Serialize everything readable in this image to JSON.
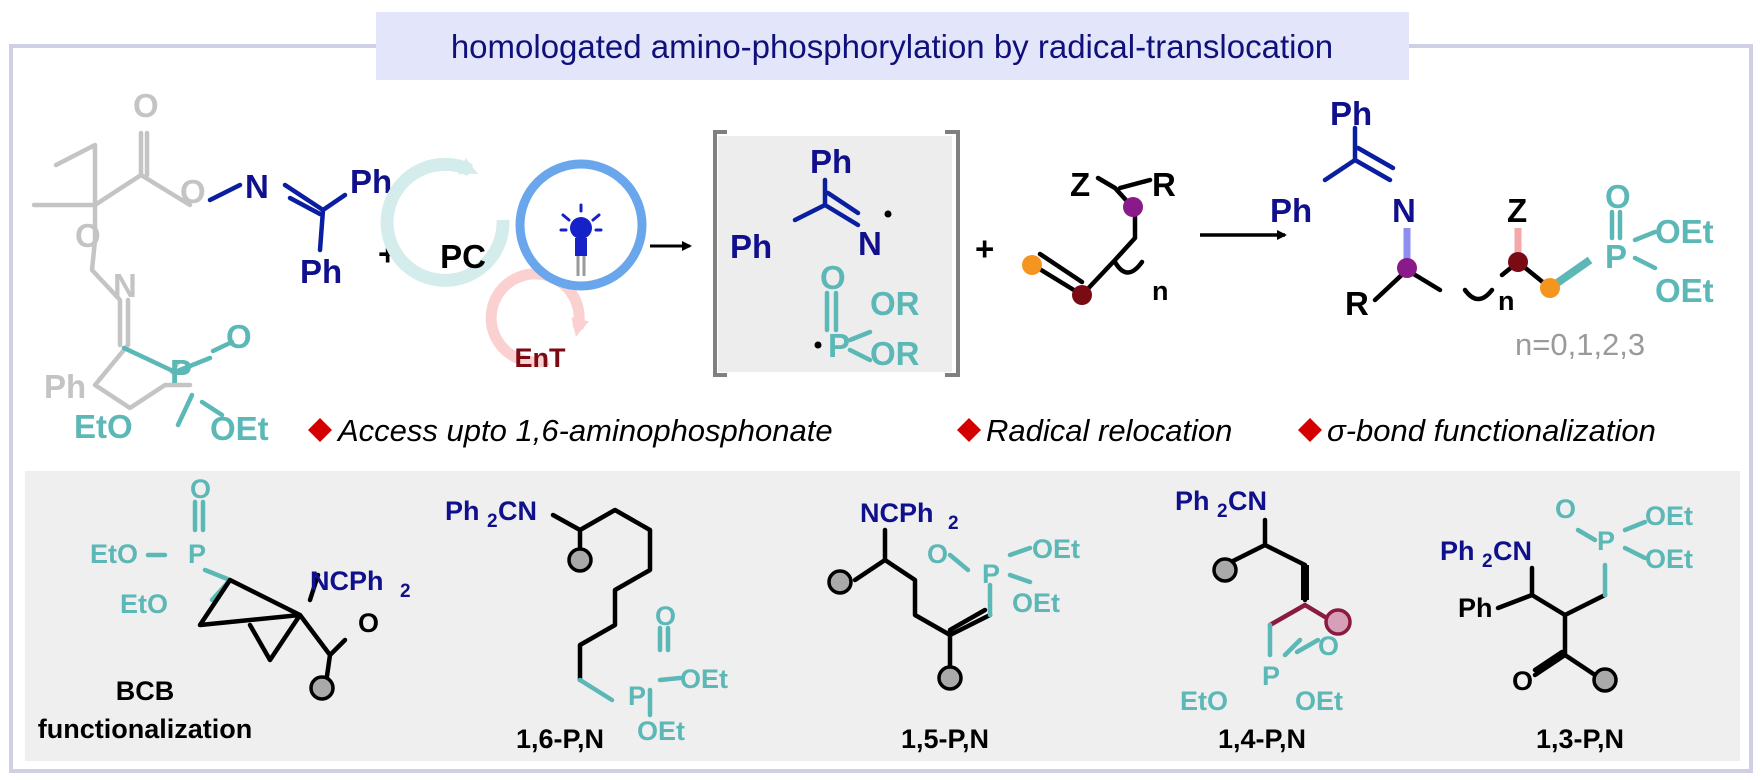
{
  "title": "homologated amino-phosphorylation by radical-translocation",
  "colors": {
    "navy": "#10108c",
    "teal": "#5bb8b6",
    "grey": "#c4c4c4",
    "purple": "#8a1a8a",
    "maroon": "#7a0a14",
    "orange": "#f5941e",
    "red": "#d40000",
    "frame": "#cfd0e6",
    "title_bg": "#e3e5fb",
    "panel_bg": "#efefef"
  },
  "reagent": {
    "carbonyl_o": "O",
    "ester_o": "O",
    "oxime_o": "O",
    "imine_n": "N",
    "imine_ph_top": "Ph",
    "imine_ph_bottom": "Ph",
    "oxime_n": "N",
    "ph": "Ph",
    "p": "P",
    "p_double_o": "O",
    "eto": "EtO",
    "oet": "OEt"
  },
  "conditions": {
    "plus1": "+",
    "pc": "PC",
    "ent": "EnT",
    "arrow_icon": "light-bulb-icon"
  },
  "intermediate": {
    "ph_top": "Ph",
    "ph_left": "Ph",
    "n_radical": "N",
    "p_o": "O",
    "p": "P",
    "or1": "OR",
    "or2": "OR",
    "plus2": "+"
  },
  "alkene": {
    "z": "Z",
    "r": "R",
    "n": "n"
  },
  "product": {
    "ph_top": "Ph",
    "ph_left": "Ph",
    "n": "N",
    "z": "Z",
    "r": "R",
    "n_sub": "n",
    "o": "O",
    "p": "P",
    "oet1": "OEt",
    "oet2": "OEt",
    "n_values": "n=0,1,2,3"
  },
  "features": [
    "Access upto 1,6-aminophosphonate",
    "Radical relocation",
    "σ-bond functionalization"
  ],
  "examples": [
    {
      "caption_line1": "BCB",
      "caption_line2": "functionalization",
      "o_p": "O",
      "eto1": "EtO",
      "eto2": "EtO",
      "p": "P",
      "n_group": "NCPh",
      "n_sub": "2",
      "o": "O"
    },
    {
      "caption": "1,6-P,N",
      "n_group": "Ph",
      "n_sub": "2",
      "n_tail": "CN",
      "o": "O",
      "p": "P",
      "oet1": "OEt",
      "oet2": "OEt"
    },
    {
      "caption": "1,5-P,N",
      "n_group": "NCPh",
      "n_sub": "2",
      "o": "O",
      "p": "P",
      "oet1": "OEt",
      "oet2": "OEt"
    },
    {
      "caption": "1,4-P,N",
      "n_group": "Ph",
      "n_sub": "2",
      "n_tail": "CN",
      "o": "O",
      "p": "P",
      "eto": "EtO",
      "oet": "OEt"
    },
    {
      "caption": "1,3-P,N",
      "n_group": "Ph",
      "n_sub": "2",
      "n_tail": "CN",
      "ph": "Ph",
      "o1": "O",
      "o2": "O",
      "p": "P",
      "oet1": "OEt",
      "oet2": "OEt"
    }
  ]
}
